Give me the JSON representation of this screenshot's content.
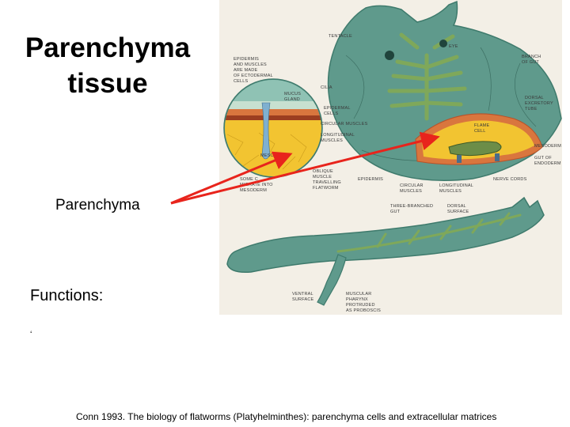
{
  "slide": {
    "title": "Parenchyma tissue",
    "pointer_label": "Parenchyma",
    "functions_label": "Functions:",
    "bullet_mark": "‘",
    "citation": "Conn 1993. The biology of flatworms (Platyhelminthes): parenchyma cells and extracellular matrices"
  },
  "figure": {
    "labels": {
      "tentacle": "TENTACLE",
      "eye": "EYE",
      "branch_gut_1": "BRANCH",
      "branch_gut_2": "OF GUT",
      "epidermis_1": "EPIDERMIS",
      "epidermis_2": "AND MUSCLES",
      "epidermis_3": "ARE MADE",
      "epidermis_4": "OF ECTODERMAL",
      "epidermis_5": "CELLS",
      "cilia": "CILIA",
      "mucus_1": "MUCUS",
      "mucus_2": "GLAND",
      "epidermal_1": "EPIDERMAL",
      "epidermal_2": "CELLS",
      "dorsal_excretory_1": "DORSAL",
      "dorsal_excretory_2": "EXCRETORY",
      "dorsal_excretory_3": "TUBE",
      "circular_muscles": "CIRCULAR MUSCLES",
      "flame_1": "FLAME",
      "flame_2": "CELL",
      "longitudinal_1": "LONGITUDINAL",
      "longitudinal_2": "MUSCLES",
      "mesoderm_right": "MESODERM",
      "mesoderm_inner": "MESODERM",
      "gut_endoderm_1": "GUT OF",
      "gut_endoderm_2": "ENDODERM",
      "oblique_1": "OBLIQUE",
      "oblique_2": "MUSCLE",
      "oblique_3": "TRAVELLING",
      "oblique_4": "FLATWORM",
      "some_cells_1": "SOME C",
      "some_cells_2": "MIGRATE INTO",
      "some_cells_3": "MESODERM",
      "epidermis_low": "EPIDERMIS",
      "circular_low_1": "CIRCULAR",
      "circular_low_2": "MUSCLES",
      "longitudinal_low_1": "LONGITUDINAL",
      "longitudinal_low_2": "MUSCLES",
      "nerve_cords": "NERVE CORDS",
      "three_branched_1": "THREE-BRANCHED",
      "three_branched_2": "GUT",
      "dorsal_surface_1": "DORSAL",
      "dorsal_surface_2": "SURFACE",
      "ventral_1": "VENTRAL",
      "ventral_2": "SURFACE",
      "pharynx_1": "MUSCULAR",
      "pharynx_2": "PHARYNX",
      "pharynx_3": "PROTRUDED",
      "pharynx_4": "AS PROBOSCIS"
    }
  },
  "colors": {
    "arrow": "#e8241c",
    "worm_body": "#5f9a8c",
    "worm_dark": "#3e7a6c",
    "gut": "#7fa85a",
    "mesoderm": "#f2c431",
    "muscle": "#d9763e"
  }
}
